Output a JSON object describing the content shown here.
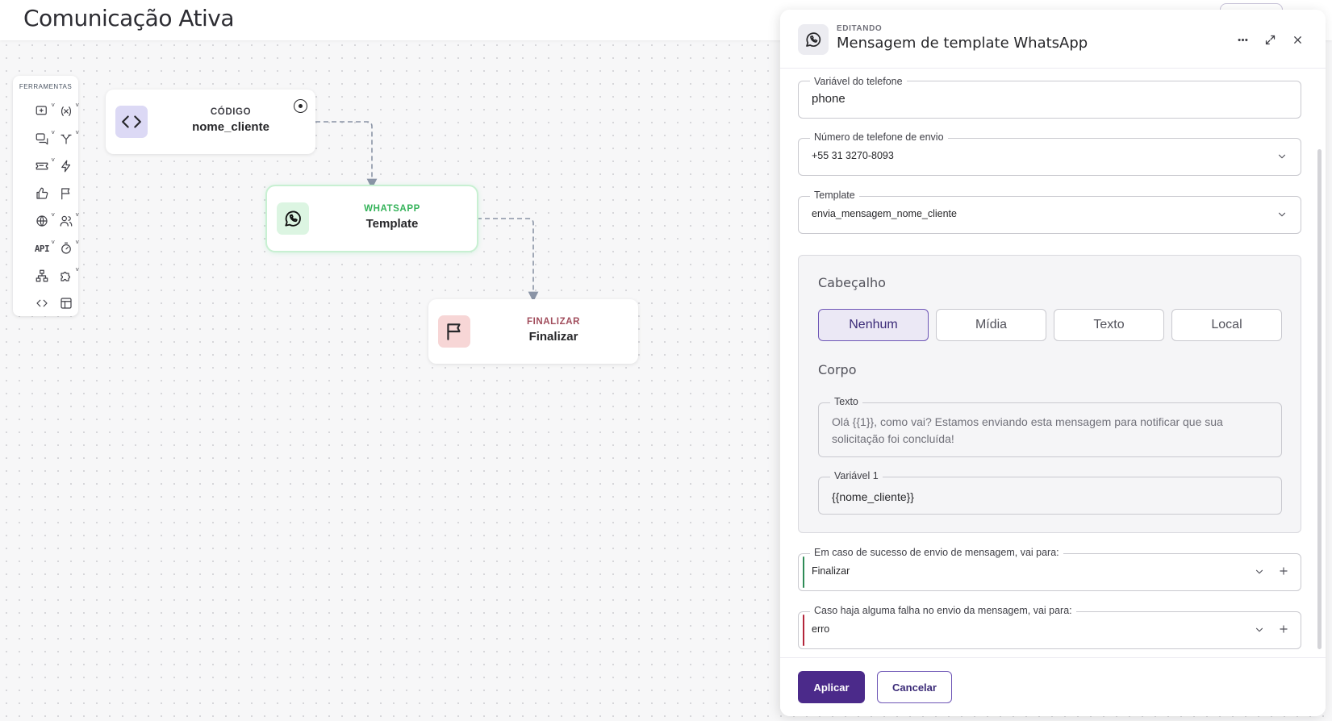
{
  "page": {
    "title": "Comunicação Ativa"
  },
  "toolbox": {
    "title": "FERRAMENTAS",
    "api_label": "API"
  },
  "nodes": {
    "code": {
      "type": "CÓDIGO",
      "name": "nome_cliente",
      "type_color": "#3f3f46",
      "icon_bg": "#dcd9f5"
    },
    "whatsapp": {
      "type": "WHATSAPP",
      "name": "Template",
      "type_color": "#35b35a",
      "icon_bg": "#dcf5e2"
    },
    "finalizar": {
      "type": "FINALIZAR",
      "name": "Finalizar",
      "type_color": "#a14d5c",
      "icon_bg": "#f7d6d6"
    }
  },
  "panel": {
    "kicker": "EDITANDO",
    "title": "Mensagem de template WhatsApp",
    "fields": {
      "phone_var": {
        "label": "Variável do telefone",
        "value": "phone"
      },
      "sender": {
        "label": "Número de telefone de envio",
        "value": "+55 31 3270-8093"
      },
      "template": {
        "label": "Template",
        "value": "envia_mensagem_nome_cliente"
      }
    },
    "card": {
      "header_title": "Cabeçalho",
      "options": [
        "Nenhum",
        "Mídia",
        "Texto",
        "Local"
      ],
      "selected": "Nenhum",
      "body_title": "Corpo",
      "text_label": "Texto",
      "text_value": "Olá {{1}}, como vai? Estamos enviando esta mensagem para notificar que sua solicitação foi concluída!",
      "var1_label": "Variável 1",
      "var1_value": "{{nome_cliente}}"
    },
    "success": {
      "label": "Em caso de sucesso de envio de mensagem, vai para:",
      "value": "Finalizar",
      "color": "#2e8b57"
    },
    "failure": {
      "label": "Caso haja alguma falha no envio da mensagem, vai para:",
      "value": "erro",
      "color": "#b3263b"
    },
    "apply_label": "Aplicar",
    "cancel_label": "Cancelar"
  }
}
